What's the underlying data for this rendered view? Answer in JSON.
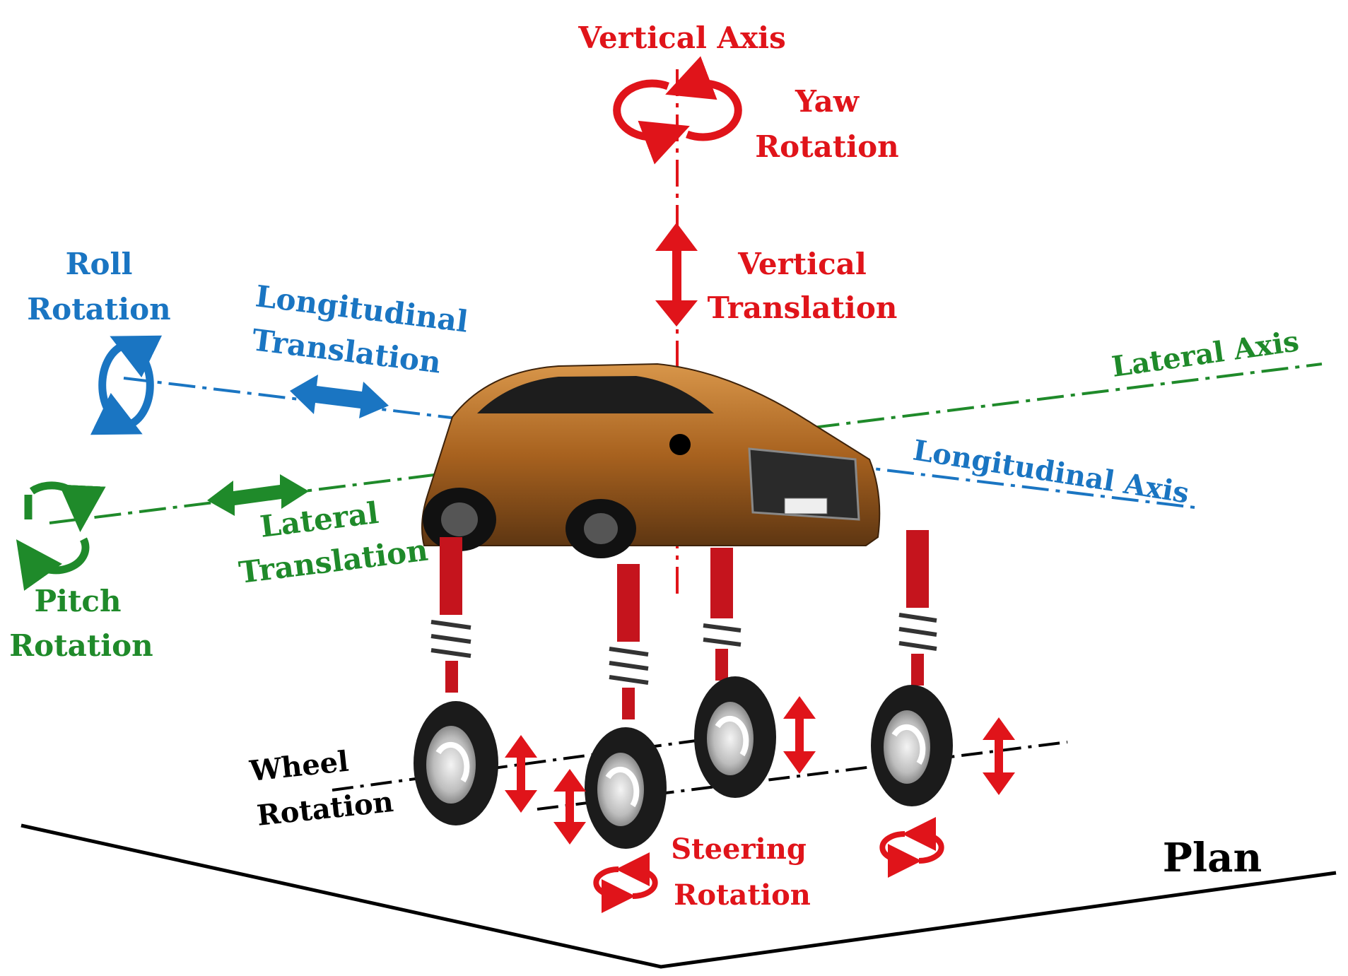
{
  "colors": {
    "vertical": "#e0141a",
    "longitudinal": "#1a75c2",
    "lateral": "#1f8a2a",
    "plan": "#000000",
    "car_body": "#b0702a"
  },
  "labels": {
    "vertical_axis": "Vertical Axis",
    "yaw_line1": "Yaw",
    "yaw_line2": "Rotation",
    "vertical_translation_line1": "Vertical",
    "vertical_translation_line2": "Translation",
    "roll_line1": "Roll",
    "roll_line2": "Rotation",
    "longitudinal_translation_line1": "Longitudinal",
    "longitudinal_translation_line2": "Translation",
    "lateral_axis": "Lateral Axis",
    "longitudinal_axis": "Longitudinal Axis",
    "lateral_translation_line1": "Lateral",
    "lateral_translation_line2": "Translation",
    "pitch_line1": "Pitch",
    "pitch_line2": "Rotation",
    "wheel_rotation_line1": "Wheel",
    "wheel_rotation_line2": "Rotation",
    "steering_rotation_line1": "Steering",
    "steering_rotation_line2": "Rotation",
    "plan": "Plan"
  },
  "icons": {
    "yaw": "circular-arrows-icon",
    "roll": "circular-arrows-icon",
    "pitch": "circular-arrows-icon",
    "translation": "double-headed-arrow-icon",
    "steering": "circular-arrows-icon"
  }
}
